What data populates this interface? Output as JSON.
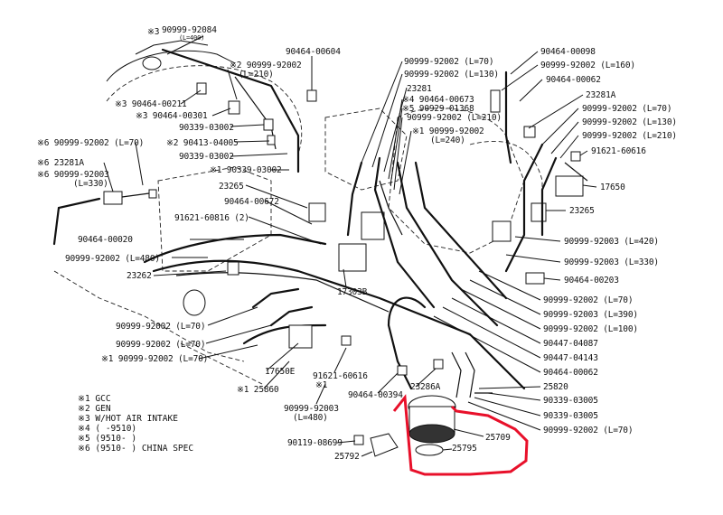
{
  "labels": {
    "l01": "※3",
    "l02": "90999-92084",
    "l03": "(L=400)",
    "l04": "90464-00604",
    "l05": "※2 90999-92002",
    "l06": "(L=210)",
    "l07": "※3 90464-00211",
    "l08": "※3 90464-00301",
    "l09": "90339-03002",
    "l10": "※2 90413-04005",
    "l11": "90339-03002",
    "l12": "※1 90339-03002",
    "l13": "※6 90999-92002 (L=70)",
    "l14": "※6 23281A",
    "l15": "※6 90999-92003",
    "l16": "(L=330)",
    "l17": "23265",
    "l18": "90464-00672",
    "l19": "91621-60816 (2)",
    "l20": "90464-00020",
    "l21": "90999-92002 (L=480)",
    "l22": "23262",
    "l23": "90999-92002 (L=70)",
    "l24": "90999-92002 (L=70)",
    "l25": "※1 90999-92002 (L=70)",
    "l26": "17650E",
    "l27": "※1 25860",
    "l28": "91621-60616",
    "l29": "※1",
    "l30": "17303B",
    "l31": "90999-92003",
    "l32": "(L=480)",
    "l33": "90464-00394",
    "l34": "23286A",
    "l35": "90119-08699",
    "l36": "25792",
    "l37": "25709",
    "l38": "25795",
    "l39": "90999-92002 (L=70)",
    "l40": "90999-92002 (L=130)",
    "l41": "23281",
    "l42": "※4 90464-00673",
    "l43": "※5 90929-01368",
    "l44": "90999-92002 (L=210)",
    "l45": "※1 90999-92002",
    "l46": "(L=240)",
    "l47": "90464-00098",
    "l48": "90999-92002 (L=160)",
    "l49": "90464-00062",
    "l50": "23281A",
    "l51": "90999-92002 (L=70)",
    "l52": "90999-92002 (L=130)",
    "l53": "90999-92002 (L=210)",
    "l54": "91621-60616",
    "l55": "17650",
    "l56": "23265",
    "l57": "90999-92003 (L=420)",
    "l58": "90999-92003 (L=330)",
    "l59": "90464-00203",
    "l60": "90999-92002 (L=70)",
    "l61": "90999-92003 (L=390)",
    "l62": "90999-92002 (L=100)",
    "l63": "90447-04087",
    "l64": "90447-04143",
    "l65": "90464-00062",
    "l66": "25820",
    "l67": "90339-03005",
    "l68": "90339-03005",
    "l69": "90999-92002 (L=70)"
  },
  "legend": [
    "※1 GCC",
    "※2 GEN",
    "※3 W/HOT AIR INTAKE",
    "※4 (       -9510)",
    "※5 (9510-       )",
    "※6 (9510-       ) CHINA SPEC"
  ],
  "colors": {
    "line": "#111111",
    "highlight": "#e8102a",
    "background": "#ffffff"
  }
}
